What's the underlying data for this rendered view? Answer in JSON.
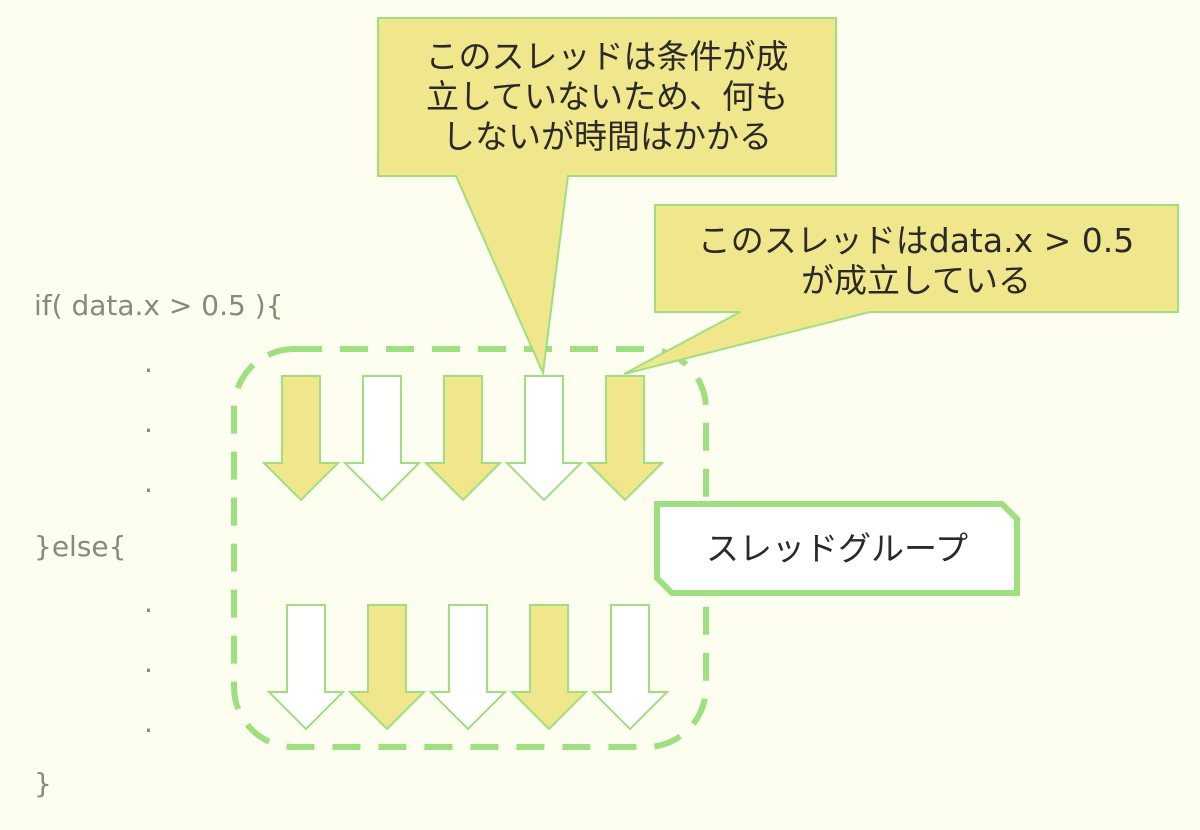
{
  "code": {
    "lines": [
      "if(  data.x > 0.5 ){",
      ".",
      ".",
      ".",
      "}else{",
      ".",
      ".",
      ".",
      "}"
    ]
  },
  "callouts": {
    "inactive": {
      "lines": [
        "このスレッドは条件が成",
        "立していないため、何も",
        "しないが時間はかかる"
      ]
    },
    "active": {
      "lines": [
        "このスレッドはdata.x > 0.5",
        "が成立している"
      ]
    }
  },
  "group_label": "スレッドグループ",
  "threads": {
    "top_row": [
      true,
      false,
      true,
      false,
      true
    ],
    "bottom_row": [
      false,
      true,
      false,
      true,
      false
    ]
  },
  "colors": {
    "active_fill": "#f0e68c",
    "inactive_fill": "#ffffff",
    "arrow_stroke": "#9ee07f",
    "group_border": "#9ee07f",
    "callout_fill": "#f0e68c",
    "callout_stroke": "#9ee07f"
  }
}
